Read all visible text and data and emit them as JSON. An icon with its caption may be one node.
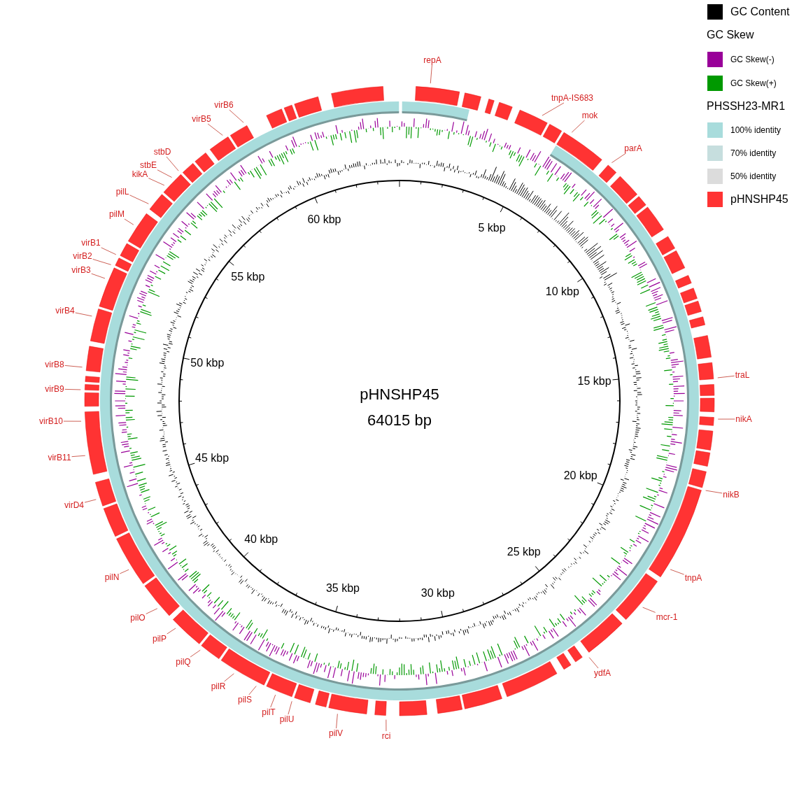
{
  "diagram": {
    "nodes": [
      {
        "text": [
          "repA"
        ]
      },
      {
        "text": [
          "tnpA-IS683"
        ]
      },
      {
        "text": [
          "mok"
        ]
      },
      {
        "text": [
          "parA"
        ]
      },
      {
        "text": [
          "traL"
        ]
      },
      {
        "text": [
          "nikA"
        ]
      },
      {
        "text": [
          "nikB"
        ]
      },
      {
        "text": [
          "tnpA"
        ]
      },
      {
        "text": [
          "mcr-1"
        ]
      },
      {
        "text": [
          "ydfA"
        ]
      },
      {
        "text": [
          "rci"
        ]
      },
      {
        "text": [
          "pilV"
        ]
      },
      {
        "text": [
          "pilU"
        ]
      },
      {
        "text": [
          "pilT"
        ]
      },
      {
        "text": [
          "pilS"
        ]
      },
      {
        "text": [
          "pilR"
        ]
      },
      {
        "text": [
          "pilQ"
        ]
      },
      {
        "text": [
          "pilP"
        ]
      },
      {
        "text": [
          "pilO"
        ]
      },
      {
        "text": [
          "pilN"
        ]
      },
      {
        "text": [
          "virD4"
        ]
      },
      {
        "text": [
          "virB11"
        ]
      },
      {
        "text": [
          "virB10"
        ]
      },
      {
        "text": [
          "virB9"
        ]
      },
      {
        "text": [
          "virB8"
        ]
      },
      {
        "text": [
          "virB4"
        ]
      },
      {
        "text": [
          "virB3"
        ]
      },
      {
        "text": [
          "virB2"
        ]
      },
      {
        "text": [
          "virB1"
        ]
      },
      {
        "text": [
          "pilM"
        ]
      },
      {
        "text": [
          "pilL"
        ]
      },
      {
        "text": [
          "kikA"
        ]
      },
      {
        "text": [
          "stbE"
        ]
      },
      {
        "text": [
          "stbD"
        ]
      },
      {
        "text": [
          "virB5"
        ]
      },
      {
        "text": [
          "virB6"
        ]
      }
    ],
    "edges": [
      {
        "from": 0,
        "to": null,
        "arrow": "none"
      },
      {
        "from": 1,
        "to": null,
        "arrow": "none"
      },
      {
        "from": 2,
        "to": null,
        "arrow": "none"
      },
      {
        "from": 3,
        "to": null,
        "arrow": "none"
      },
      {
        "from": 4,
        "to": null,
        "arrow": "none"
      },
      {
        "from": 5,
        "to": null,
        "arrow": "none"
      },
      {
        "from": 6,
        "to": null,
        "arrow": "none"
      },
      {
        "from": 7,
        "to": null,
        "arrow": "none"
      },
      {
        "from": 8,
        "to": null,
        "arrow": "none"
      },
      {
        "from": 9,
        "to": null,
        "arrow": "none"
      },
      {
        "from": 10,
        "to": null,
        "arrow": "none"
      },
      {
        "from": 11,
        "to": null,
        "arrow": "none"
      },
      {
        "from": 12,
        "to": null,
        "arrow": "none"
      },
      {
        "from": 13,
        "to": null,
        "arrow": "none"
      },
      {
        "from": 14,
        "to": null,
        "arrow": "none"
      },
      {
        "from": 15,
        "to": null,
        "arrow": "none"
      },
      {
        "from": 16,
        "to": null,
        "arrow": "none"
      },
      {
        "from": 17,
        "to": null,
        "arrow": "none"
      },
      {
        "from": 18,
        "to": null,
        "arrow": "none"
      },
      {
        "from": 19,
        "to": null,
        "arrow": "none"
      },
      {
        "from": 20,
        "to": null,
        "arrow": "none"
      },
      {
        "from": 21,
        "to": null,
        "arrow": "none"
      },
      {
        "from": 22,
        "to": null,
        "arrow": "none"
      },
      {
        "from": 23,
        "to": null,
        "arrow": "none"
      },
      {
        "from": 24,
        "to": null,
        "arrow": "none"
      },
      {
        "from": 25,
        "to": null,
        "arrow": "none"
      },
      {
        "from": 26,
        "to": null,
        "arrow": "none"
      },
      {
        "from": 27,
        "to": null,
        "arrow": "none"
      },
      {
        "from": 28,
        "to": null,
        "arrow": "none"
      },
      {
        "from": 29,
        "to": null,
        "arrow": "none"
      },
      {
        "from": 30,
        "to": null,
        "arrow": "none"
      },
      {
        "from": 31,
        "to": null,
        "arrow": "none"
      },
      {
        "from": 32,
        "to": null,
        "arrow": "none"
      },
      {
        "from": 33,
        "to": null,
        "arrow": "none"
      },
      {
        "from": 34,
        "to": null,
        "arrow": "none"
      },
      {
        "from": 35,
        "to": null,
        "arrow": "none"
      }
    ],
    "labels": [
      "pHNSHP45",
      "64015 bp",
      "5 kbp",
      "10 kbp",
      "15 kbp",
      "20 kbp",
      "25 kbp",
      "30 kbp",
      "35 kbp",
      "40 kbp",
      "45 kbp",
      "50 kbp",
      "55 kbp",
      "60 kbp",
      "GC Skew",
      "PHSSH23-MR1"
    ],
    "legend": [
      {
        "text": "GC Content",
        "color": "#000000"
      },
      {
        "text": "GC Skew(-)",
        "color": "#990099"
      },
      {
        "text": "GC Skew(+)",
        "color": "#009900"
      },
      {
        "text": "100% identity",
        "color": "#a8dcdc"
      },
      {
        "text": "70% identity",
        "color": "#c6dede"
      },
      {
        "text": "50% identity",
        "color": "#dcdcdc"
      },
      {
        "text": "pHNSHP45",
        "color": "#ff3333"
      }
    ]
  }
}
